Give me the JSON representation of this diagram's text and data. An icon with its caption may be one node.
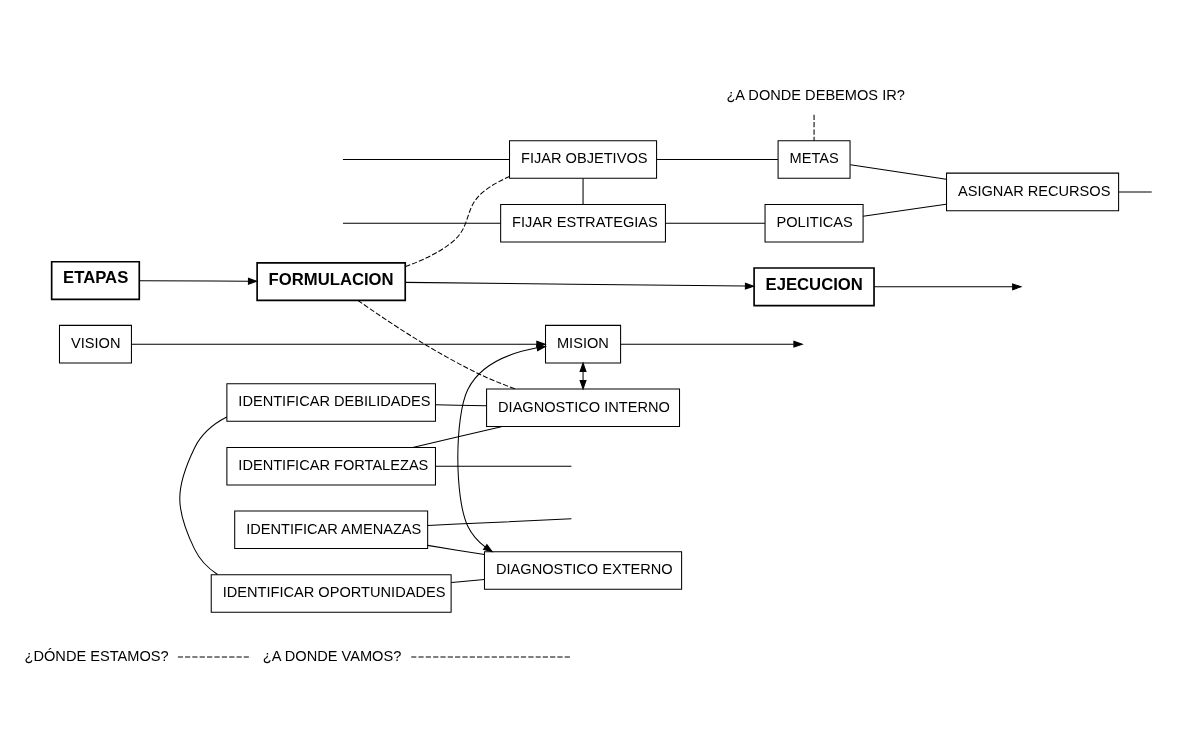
{
  "diagram": {
    "nodes": [
      {
        "text": [
          "¿DÓNDE ESTAMOS?"
        ]
      },
      {
        "text": [
          "¿A DONDE VAMOS?"
        ]
      },
      {
        "text": [
          "¿A DONDE DEBEMOS IR?"
        ]
      },
      {
        "text": [
          "ETAPAS"
        ]
      },
      {
        "text": [
          "FORMULACION"
        ]
      },
      {
        "text": [
          "EJECUCION"
        ]
      },
      {
        "text": [
          "DIAGNOSTICO INTERNO"
        ]
      },
      {
        "text": [
          "IDENTIFICAR DEBILIDADES"
        ]
      },
      {
        "text": [
          "IDENTIFICAR FORTALEZAS"
        ]
      },
      {
        "text": [
          "FIJAR OBJETIVOS"
        ]
      },
      {
        "text": [
          "METAS"
        ]
      },
      {
        "text": [
          "VISION"
        ]
      },
      {
        "text": [
          "MISION"
        ]
      },
      {
        "text": [
          "ASIGNAR RECURSOS"
        ]
      },
      {
        "text": [
          "DIAGNOSTICO EXTERNO"
        ]
      },
      {
        "text": [
          "IDENTIFICAR AMENAZAS"
        ]
      },
      {
        "text": [
          "FIJAR ESTRATEGIAS"
        ]
      },
      {
        "text": [
          "POLITICAS"
        ]
      },
      {
        "text": [
          "IDENTIFICAR OPORTUNIDADES"
        ]
      }
    ],
    "edges": [
      {
        "from": 3,
        "to": 4,
        "arrow": "to"
      },
      {
        "from": 4,
        "to": 5,
        "arrow": "to"
      },
      {
        "from": 5,
        "to": null,
        "arrow": "to"
      },
      {
        "from": 0,
        "to": 1,
        "arrow": "none",
        "style": "dashed"
      },
      {
        "from": 1,
        "to": null,
        "arrow": "none",
        "style": "dashed"
      },
      {
        "from": 2,
        "to": 10,
        "arrow": "none",
        "style": "dashed"
      },
      {
        "from": 4,
        "to": 6,
        "arrow": "none",
        "style": "dashed"
      },
      {
        "from": 4,
        "to": 9,
        "arrow": "none",
        "style": "dashed"
      },
      {
        "from": 6,
        "to": 7,
        "arrow": "none"
      },
      {
        "from": 6,
        "to": 8,
        "arrow": "none"
      },
      {
        "from": 7,
        "to": 18,
        "arrow": "none"
      },
      {
        "from": 8,
        "to": null,
        "arrow": "none"
      },
      {
        "from": 11,
        "to": 12,
        "arrow": "to"
      },
      {
        "from": 12,
        "to": 6,
        "arrow": "both"
      },
      {
        "from": 12,
        "to": 14,
        "arrow": "both"
      },
      {
        "from": 12,
        "to": null,
        "arrow": "to"
      },
      {
        "from": null,
        "to": 9,
        "arrow": "none"
      },
      {
        "from": null,
        "to": 16,
        "arrow": "none"
      },
      {
        "from": 9,
        "to": 16,
        "arrow": "none"
      },
      {
        "from": 9,
        "to": 10,
        "arrow": "none"
      },
      {
        "from": 10,
        "to": 13,
        "arrow": "none"
      },
      {
        "from": 16,
        "to": 17,
        "arrow": "none"
      },
      {
        "from": 17,
        "to": 13,
        "arrow": "none"
      },
      {
        "from": 13,
        "to": null,
        "arrow": "none"
      },
      {
        "from": 14,
        "to": 15,
        "arrow": "none"
      },
      {
        "from": 14,
        "to": 18,
        "arrow": "none"
      },
      {
        "from": 15,
        "to": null,
        "arrow": "none"
      }
    ]
  }
}
